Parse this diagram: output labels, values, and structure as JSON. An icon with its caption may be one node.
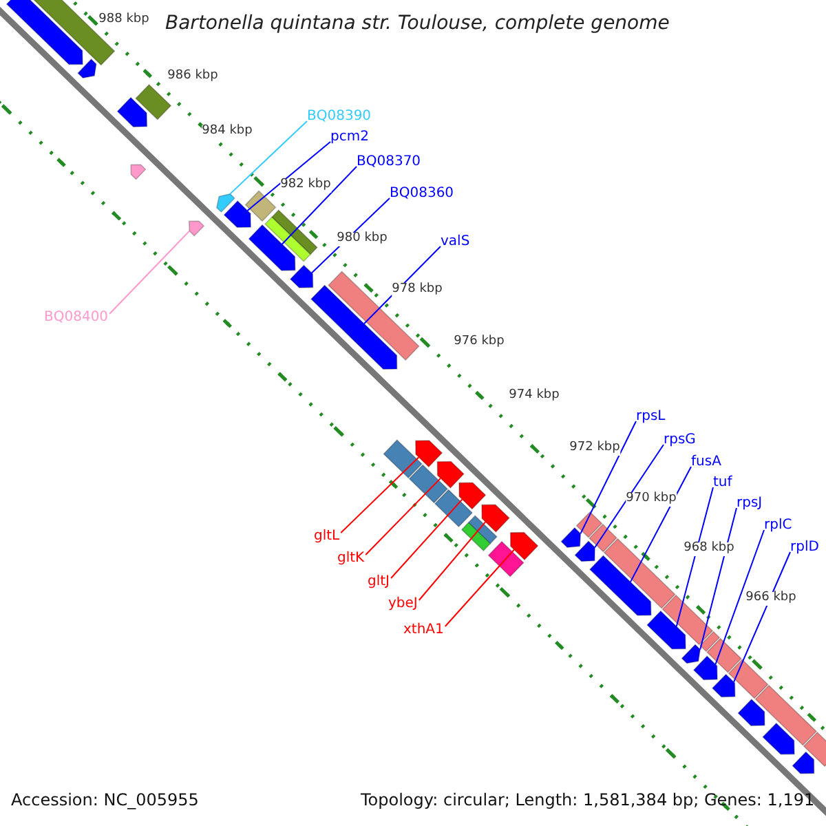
{
  "diagram": {
    "title": "Bartonella quintana str. Toulouse, complete genome",
    "nodes": [
      {
        "text": [
          "BQ08390"
        ]
      },
      {
        "text": [
          "pcm2"
        ]
      },
      {
        "text": [
          "BQ08370"
        ]
      },
      {
        "text": [
          "BQ08360"
        ]
      },
      {
        "text": [
          "valS"
        ]
      },
      {
        "text": [
          "BQ08400"
        ]
      },
      {
        "text": [
          "gltL"
        ]
      },
      {
        "text": [
          "gltK"
        ]
      },
      {
        "text": [
          "gltJ"
        ]
      },
      {
        "text": [
          "ybeJ"
        ]
      },
      {
        "text": [
          "xthA1"
        ]
      },
      {
        "text": [
          "rpsL"
        ]
      },
      {
        "text": [
          "rpsG"
        ]
      },
      {
        "text": [
          "fusA"
        ]
      },
      {
        "text": [
          "tuf"
        ]
      },
      {
        "text": [
          "rpsJ"
        ]
      },
      {
        "text": [
          "rplC"
        ]
      },
      {
        "text": [
          "rplD"
        ]
      },
      {
        "text": [],
        "shape": "arrow"
      },
      {
        "text": [],
        "shape": "bar"
      },
      {
        "text": [],
        "shape": "arrow"
      },
      {
        "text": [],
        "shape": "arrow"
      },
      {
        "text": [],
        "shape": "bar"
      },
      {
        "text": [],
        "shape": "arrow"
      },
      {
        "text": [],
        "shape": "arrow"
      },
      {
        "text": [],
        "shape": "arrow"
      },
      {
        "text": [],
        "shape": "arrow"
      },
      {
        "text": [],
        "shape": "bar"
      },
      {
        "text": [],
        "shape": "arrow"
      },
      {
        "text": [],
        "shape": "bar"
      },
      {
        "text": [],
        "shape": "bar"
      },
      {
        "text": [],
        "shape": "arrow"
      },
      {
        "text": [],
        "shape": "arrow"
      },
      {
        "text": [],
        "shape": "bar"
      },
      {
        "text": [],
        "shape": "bar"
      },
      {
        "text": [],
        "shape": "arrow"
      },
      {
        "text": [],
        "shape": "bar"
      },
      {
        "text": [],
        "shape": "arrow"
      },
      {
        "text": [],
        "shape": "bar"
      },
      {
        "text": [],
        "shape": "arrow"
      },
      {
        "text": [],
        "shape": "arrow"
      },
      {
        "text": [],
        "shape": "bar"
      },
      {
        "text": [],
        "shape": "bar"
      },
      {
        "text": [],
        "shape": "arrow"
      },
      {
        "text": [],
        "shape": "bar"
      },
      {
        "text": [],
        "shape": "arrow"
      },
      {
        "text": [],
        "shape": "bar"
      },
      {
        "text": [],
        "shape": "bar"
      },
      {
        "text": [],
        "shape": "arrow"
      },
      {
        "text": [],
        "shape": "bar"
      },
      {
        "text": [],
        "shape": "arrow"
      },
      {
        "text": [],
        "shape": "arrow"
      },
      {
        "text": [],
        "shape": "bar"
      },
      {
        "text": [],
        "shape": "arrow"
      },
      {
        "text": [],
        "shape": "bar"
      },
      {
        "text": [],
        "shape": "bar"
      },
      {
        "text": [],
        "shape": "arrow"
      },
      {
        "text": [],
        "shape": "arrow"
      },
      {
        "text": [],
        "shape": "bar"
      },
      {
        "text": [],
        "shape": "arrow"
      },
      {
        "text": [],
        "shape": "bar"
      },
      {
        "text": [],
        "shape": "arrow"
      },
      {
        "text": [],
        "shape": "bar"
      },
      {
        "text": [],
        "shape": "arrow"
      }
    ],
    "edges": [
      {
        "from": 0,
        "to": 25,
        "arrow": "none",
        "color": "#33ccff"
      },
      {
        "from": 1,
        "to": 26,
        "arrow": "none"
      },
      {
        "from": 2,
        "to": 28,
        "arrow": "none"
      },
      {
        "from": 3,
        "to": 31,
        "arrow": "none"
      },
      {
        "from": 4,
        "to": 32,
        "arrow": "none"
      },
      {
        "from": 5,
        "to": 24,
        "arrow": "none",
        "color": "#ff99cc"
      },
      {
        "from": 6,
        "to": 35,
        "arrow": "none",
        "color": "#ff0000"
      },
      {
        "from": 7,
        "to": 37,
        "arrow": "none",
        "color": "#ff0000"
      },
      {
        "from": 8,
        "to": 39,
        "arrow": "none",
        "color": "#ff0000"
      },
      {
        "from": 9,
        "to": 40,
        "arrow": "none",
        "color": "#ff0000"
      },
      {
        "from": 10,
        "to": 43,
        "arrow": "none",
        "color": "#ff0000"
      },
      {
        "from": 11,
        "to": 45,
        "arrow": "none"
      },
      {
        "from": 12,
        "to": 48,
        "arrow": "none"
      },
      {
        "from": 13,
        "to": 50,
        "arrow": "none"
      },
      {
        "from": 14,
        "to": 51,
        "arrow": "none"
      },
      {
        "from": 15,
        "to": 53,
        "arrow": "none"
      },
      {
        "from": 16,
        "to": 56,
        "arrow": "none"
      },
      {
        "from": 17,
        "to": 57,
        "arrow": "none"
      }
    ],
    "labels": [
      "988 kbp",
      "986 kbp",
      "984 kbp",
      "982 kbp",
      "980 kbp",
      "978 kbp",
      "976 kbp",
      "974 kbp",
      "972 kbp",
      "970 kbp",
      "968 kbp",
      "966 kbp",
      "Accession: NC_005955",
      "Topology: circular; Length: 1,581,384 bp; Genes: 1,191"
    ]
  }
}
